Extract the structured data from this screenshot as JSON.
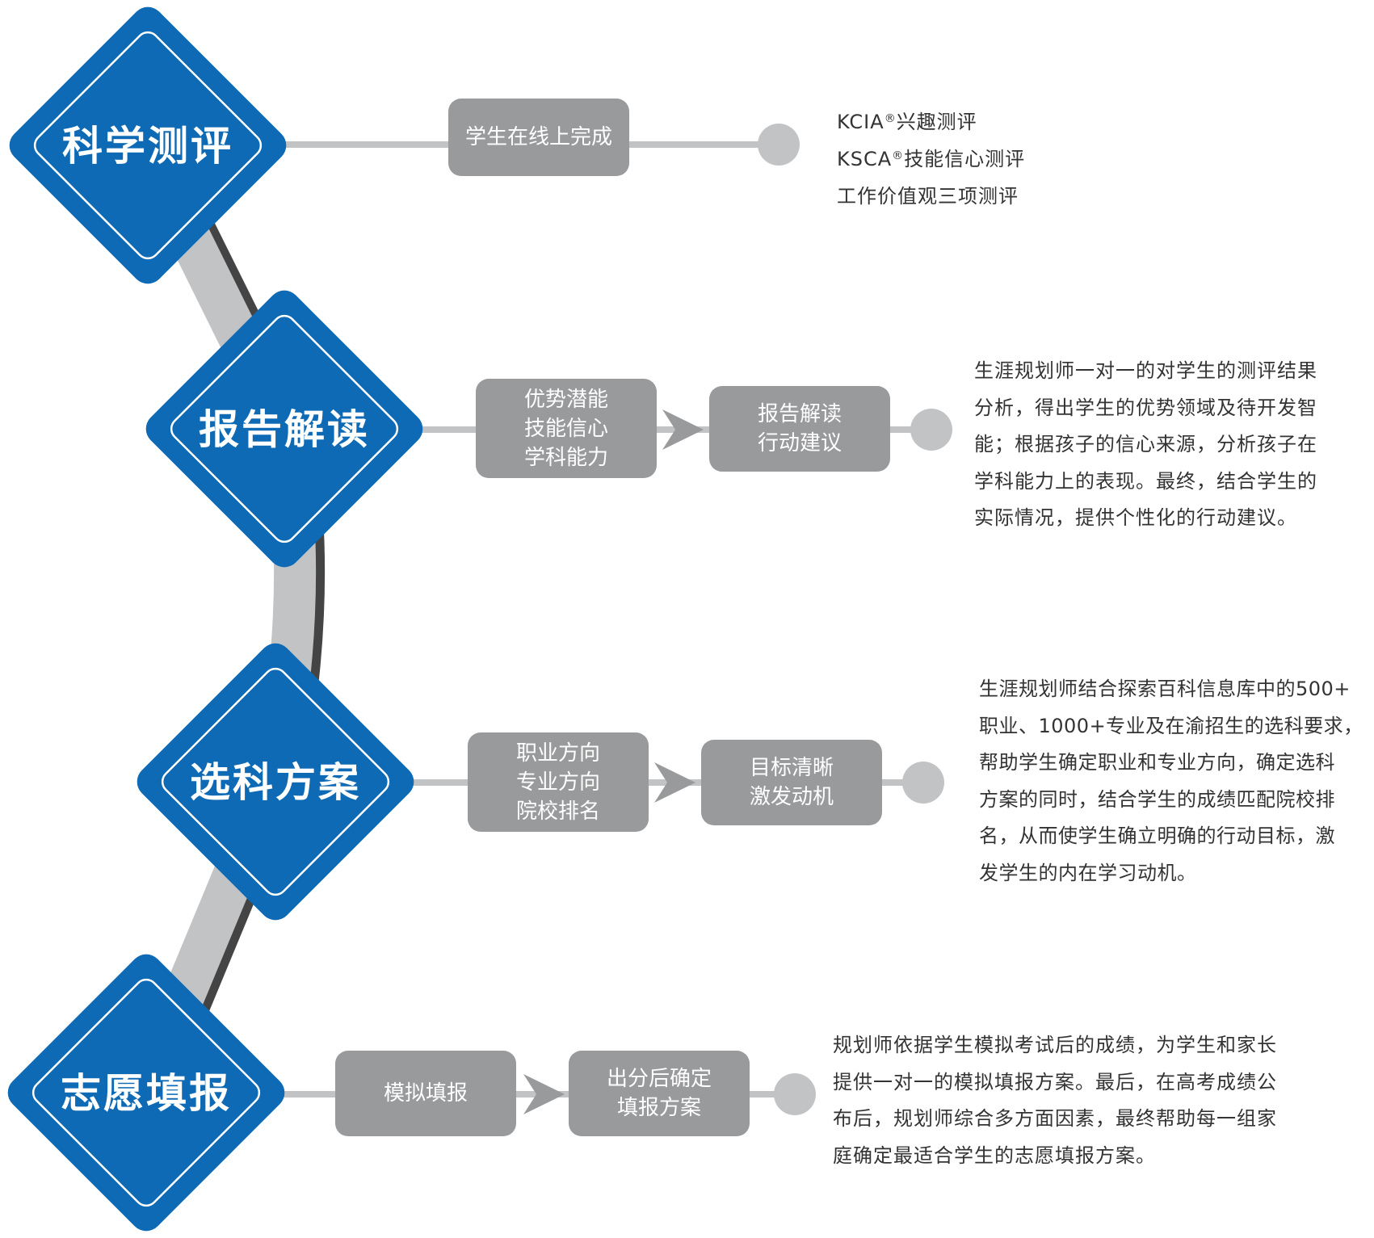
{
  "colors": {
    "diamond": "#0e6ab5",
    "box": "#999a9c",
    "connector": "#c2c3c5",
    "node": "#c2c3c5",
    "text": "#333333"
  },
  "steps": [
    {
      "title": "科学测评",
      "boxes": [
        {
          "lines": [
            "学生在线上完成"
          ]
        }
      ],
      "description": [
        {
          "prefix": "KCIA",
          "mark": "®",
          "suffix": "兴趣测评"
        },
        {
          "prefix": "KSCA",
          "mark": "®",
          "suffix": "技能信心测评"
        },
        {
          "prefix": "工作价值观三项测评",
          "mark": "",
          "suffix": ""
        }
      ]
    },
    {
      "title": "报告解读",
      "boxes": [
        {
          "lines": [
            "优势潜能",
            "技能信心",
            "学科能力"
          ]
        },
        {
          "lines": [
            "报告解读",
            "行动建议"
          ]
        }
      ],
      "description": [
        "生涯规划师一对一的对学生的测评结果",
        "分析，得出学生的优势领域及待开发智",
        "能；根据孩子的信心来源，分析孩子在",
        "学科能力上的表现。最终，结合学生的",
        "实际情况，提供个性化的行动建议。"
      ]
    },
    {
      "title": "选科方案",
      "boxes": [
        {
          "lines": [
            "职业方向",
            "专业方向",
            "院校排名"
          ]
        },
        {
          "lines": [
            "目标清晰",
            "激发动机"
          ]
        }
      ],
      "description": [
        "生涯规划师结合探索百科信息库中的500+",
        "职业、1000+专业及在渝招生的选科要求，",
        "帮助学生确定职业和专业方向，确定选科",
        "方案的同时，结合学生的成绩匹配院校排",
        "名，从而使学生确立明确的行动目标，激",
        "发学生的内在学习动机。"
      ]
    },
    {
      "title": "志愿填报",
      "boxes": [
        {
          "lines": [
            "模拟填报"
          ]
        },
        {
          "lines": [
            "出分后确定",
            "填报方案"
          ]
        }
      ],
      "description": [
        "规划师依据学生模拟考试后的成绩，为学生和家长",
        "提供一对一的模拟填报方案。最后，在高考成绩公",
        "布后，规划师综合多方面因素，最终帮助每一组家",
        "庭确定最适合学生的志愿填报方案。"
      ]
    }
  ]
}
